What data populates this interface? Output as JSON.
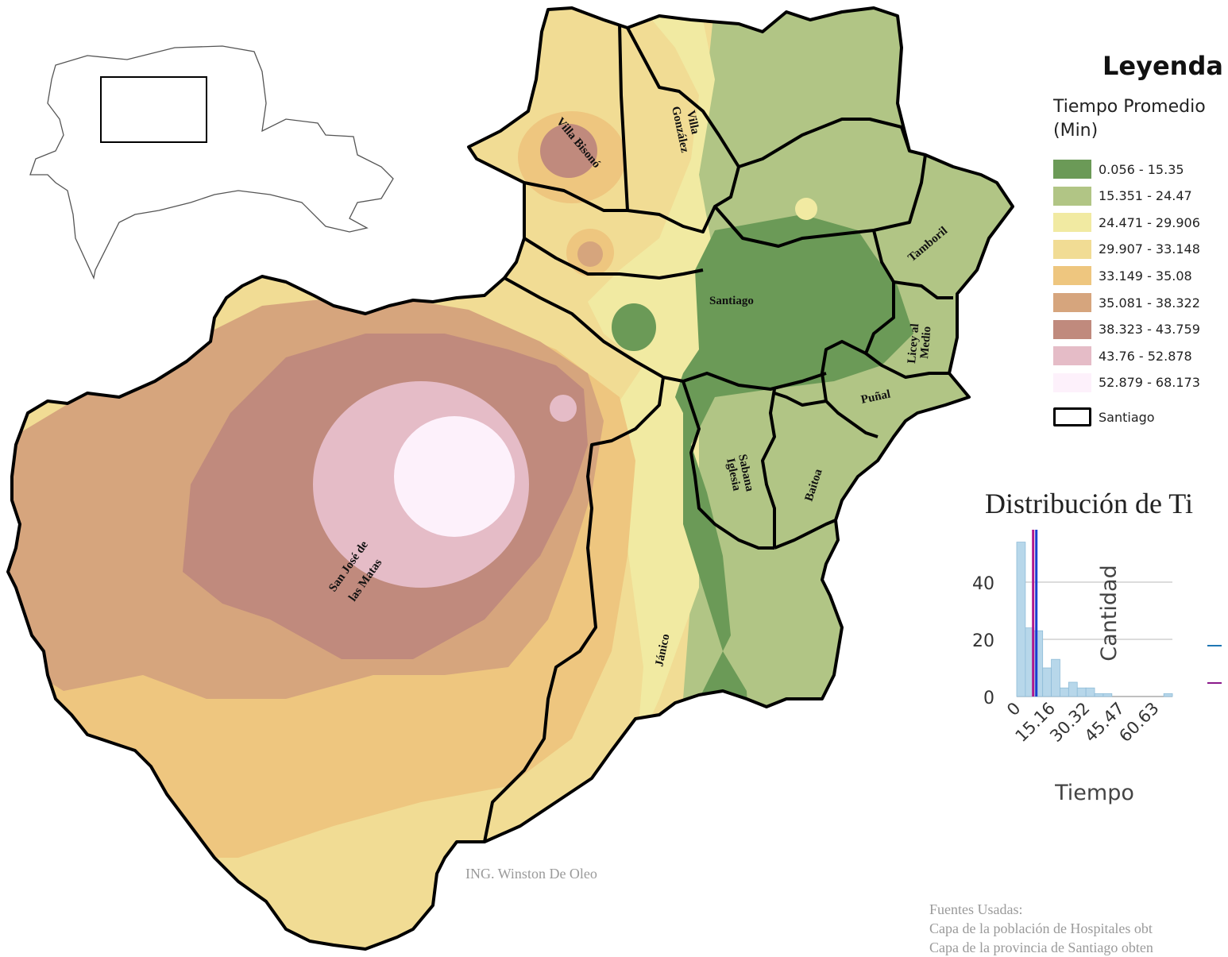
{
  "legend": {
    "title": "Leyenda",
    "subtitle": "Tiempo Promedio (Min)",
    "classes": [
      {
        "label": "0.056 - 15.35",
        "color": "#6b9a57"
      },
      {
        "label": "15.351 - 24.47",
        "color": "#b1c585"
      },
      {
        "label": "24.471 - 29.906",
        "color": "#f1eaa2"
      },
      {
        "label": "29.907 - 33.148",
        "color": "#f1dc94"
      },
      {
        "label": "33.149 - 35.08",
        "color": "#eec67f"
      },
      {
        "label": "35.081 - 38.322",
        "color": "#d6a57d"
      },
      {
        "label": "38.323 - 43.759",
        "color": "#c08a7d"
      },
      {
        "label": "43.76 - 52.878",
        "color": "#e5bcc7"
      },
      {
        "label": "52.879 - 68.173",
        "color": "#fdf1fb"
      }
    ],
    "boundary_label": "Santiago"
  },
  "municipalities": [
    "Villa Bisonó",
    "Villa González",
    "Tamboril",
    "Santiago",
    "Licey al Medio",
    "Puñal",
    "Sabana Iglesia",
    "Baitoa",
    "San José de las Matas",
    "Jánico"
  ],
  "histogram": {
    "title": "Distribución de Ti",
    "xlabel": "Tiempo",
    "ylabel": "Cantidad",
    "bar_color": "#b7d7ea",
    "mean_line_color": "#1a3fcf",
    "median_line_color": "#b0178d",
    "chart_data": {
      "type": "bar",
      "title": "Distribución de Ti",
      "xlabel": "Tiempo",
      "ylabel": "Cantidad",
      "xticks": [
        "0",
        "15.16",
        "30.32",
        "45.47",
        "60.63"
      ],
      "xlim": [
        0,
        68.2
      ],
      "ylim": [
        0,
        55
      ],
      "yticks": [
        0,
        20,
        40
      ],
      "bins_start": [
        0,
        3.79,
        7.58,
        11.37,
        15.16,
        18.95,
        22.74,
        26.53,
        30.32,
        34.11,
        37.9,
        41.69,
        45.48,
        49.27,
        53.06,
        56.85,
        60.64,
        64.43
      ],
      "bin_width": 3.79,
      "values": [
        54,
        24,
        23,
        10,
        13,
        3,
        5,
        3,
        3,
        1,
        1,
        0,
        0,
        0,
        0,
        0,
        0,
        1
      ],
      "vlines": [
        {
          "x": 7.2,
          "color": "#b0178d"
        },
        {
          "x": 8.6,
          "color": "#1a3fcf"
        }
      ],
      "grid": true
    }
  },
  "credit": "ING. Winston De Oleo",
  "sources": {
    "heading": "Fuentes Usadas:",
    "line1": "Capa de la población de Hospitales obt",
    "line2": "Capa de la provincia de Santiago obten"
  }
}
